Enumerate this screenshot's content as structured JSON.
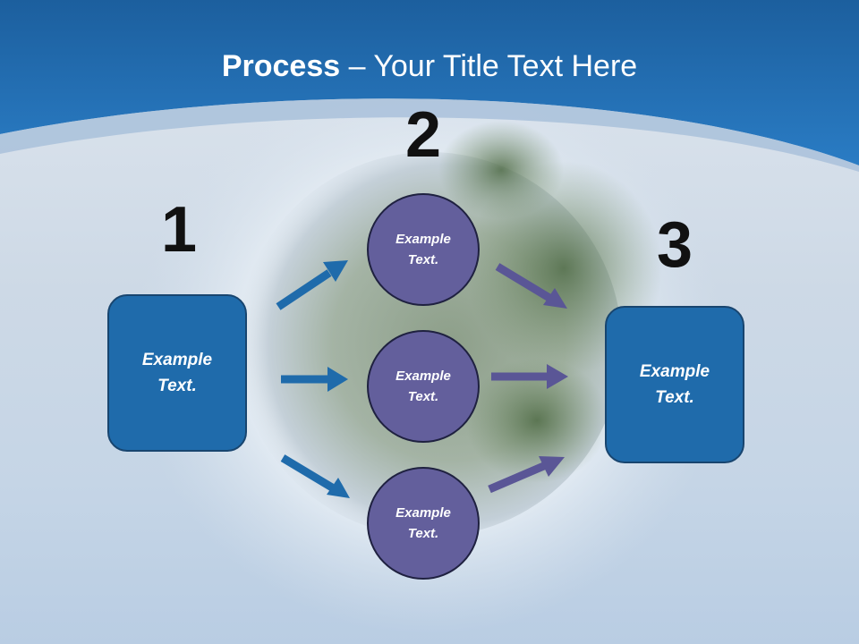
{
  "title": {
    "bold": "Process",
    "rest": " – Your Title Text Here"
  },
  "step_numbers": [
    "1",
    "2",
    "3"
  ],
  "left_box": {
    "label": "Example Text."
  },
  "circles": [
    {
      "label": "Example Text."
    },
    {
      "label": "Example Text."
    },
    {
      "label": "Example Text."
    }
  ],
  "right_box": {
    "label": "Example Text."
  },
  "colors": {
    "header": "#1f6fb4",
    "box": "#1f6bab",
    "circle": "#635f9c",
    "arrow_blue": "#1f6bab",
    "arrow_purple": "#5a5696"
  }
}
